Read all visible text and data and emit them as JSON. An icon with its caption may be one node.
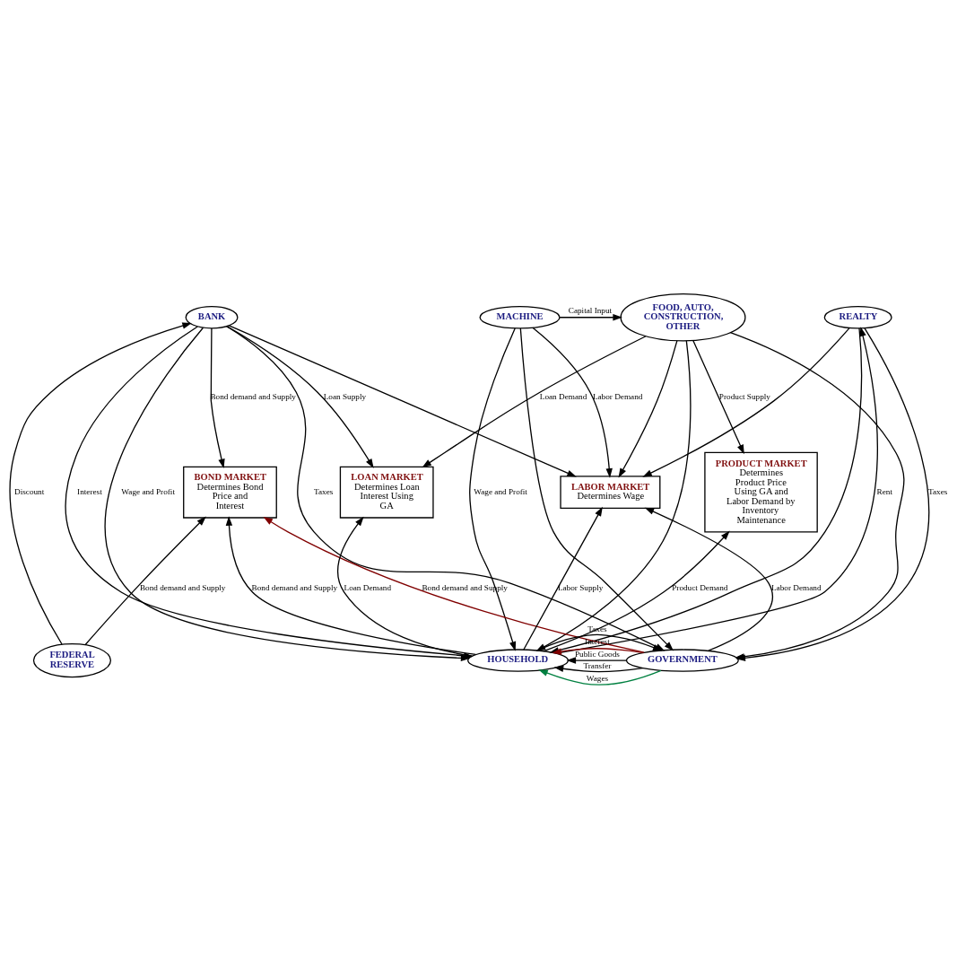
{
  "diagram": {
    "nodes": [
      {
        "text": [
          "BANK"
        ]
      },
      {
        "text": [
          "FOOD, AUTO, CONSTRUCTION, OTHER"
        ]
      },
      {
        "text": [
          "REALTY"
        ]
      },
      {
        "text": [
          "MACHINE"
        ]
      },
      {
        "text": [
          "BOND MARKET",
          "Determines Bond Price and Interest"
        ]
      },
      {
        "text": [
          "LOAN MARKET",
          "Determines Loan Interest Using GA"
        ]
      },
      {
        "text": [
          "PRODUCT MARKET",
          "Determines Product Price Using GA and Labor Demand by Inventory Maintenance"
        ]
      },
      {
        "text": [
          "LABOR MARKET",
          "Determines Wage"
        ]
      },
      {
        "text": [
          "HOUSEHOLD"
        ]
      },
      {
        "text": [
          "GOVERNMENT"
        ]
      },
      {
        "text": [
          "FEDERAL RESERVE"
        ]
      }
    ],
    "edges": [
      {
        "from": 0,
        "to": 9,
        "arrow": "to",
        "label": "Taxes"
      },
      {
        "from": 0,
        "to": 8,
        "arrow": "to",
        "label": "Wage and Profit"
      },
      {
        "from": 1,
        "to": 8,
        "arrow": "to"
      },
      {
        "from": 2,
        "to": 8,
        "arrow": "to"
      },
      {
        "from": 3,
        "to": 8,
        "arrow": "to",
        "label": "Wage and Profit"
      },
      {
        "from": 3,
        "to": 1,
        "arrow": "to",
        "label": "Capital Input"
      },
      {
        "from": 0,
        "to": 4,
        "arrow": "to",
        "label": "Bond demand and Supply"
      },
      {
        "from": 0,
        "to": 5,
        "arrow": "to",
        "label": "Loan Supply"
      },
      {
        "from": 1,
        "to": 5,
        "arrow": "to",
        "label": "Loan Demand"
      },
      {
        "from": 0,
        "to": 7,
        "arrow": "to"
      },
      {
        "from": 1,
        "to": 6,
        "arrow": "to",
        "label": "Product Supply"
      },
      {
        "from": 1,
        "to": 7,
        "arrow": "to"
      },
      {
        "from": 2,
        "to": 7,
        "arrow": "to"
      },
      {
        "from": 3,
        "to": 7,
        "arrow": "to",
        "label": "Labor Demand"
      },
      {
        "from": 8,
        "to": 2,
        "arrow": "to",
        "label": "Rent"
      },
      {
        "from": 1,
        "to": 9,
        "arrow": "to"
      },
      {
        "from": 2,
        "to": 9,
        "arrow": "to",
        "label": "Taxes"
      },
      {
        "from": 3,
        "to": 9,
        "arrow": "to"
      },
      {
        "from": 9,
        "to": 7,
        "arrow": "to",
        "label": "Labor Demand"
      },
      {
        "from": 0,
        "to": 8,
        "arrow": "to",
        "label": "Interest"
      },
      {
        "from": 8,
        "to": 5,
        "arrow": "to",
        "label": "Loan Demand"
      },
      {
        "from": 8,
        "to": 6,
        "arrow": "to",
        "label": "Product Demand"
      },
      {
        "from": 8,
        "to": 7,
        "arrow": "to",
        "label": "Labor Supply"
      },
      {
        "from": 8,
        "to": 4,
        "arrow": "to",
        "label": "Bond demand and Supply"
      },
      {
        "from": 8,
        "to": 9,
        "arrow": "to",
        "label": "Taxes"
      },
      {
        "from": 10,
        "to": 0,
        "arrow": "to",
        "label": "Discount"
      },
      {
        "from": 10,
        "to": 4,
        "arrow": "to",
        "label": "Bond demand and Supply"
      },
      {
        "from": 9,
        "to": 8,
        "arrow": "to",
        "label": "Interest",
        "color": "#800000"
      },
      {
        "from": 9,
        "to": 8,
        "arrow": "to",
        "label": "Transfer"
      },
      {
        "from": 9,
        "to": 8,
        "arrow": "to",
        "label": "Wages",
        "color": "#008040"
      },
      {
        "from": 9,
        "to": 8,
        "arrow": "to",
        "label": "Public Goods"
      },
      {
        "from": 9,
        "to": 4,
        "arrow": "to",
        "label": "Bond demand and Supply",
        "color": "#800000"
      }
    ]
  }
}
